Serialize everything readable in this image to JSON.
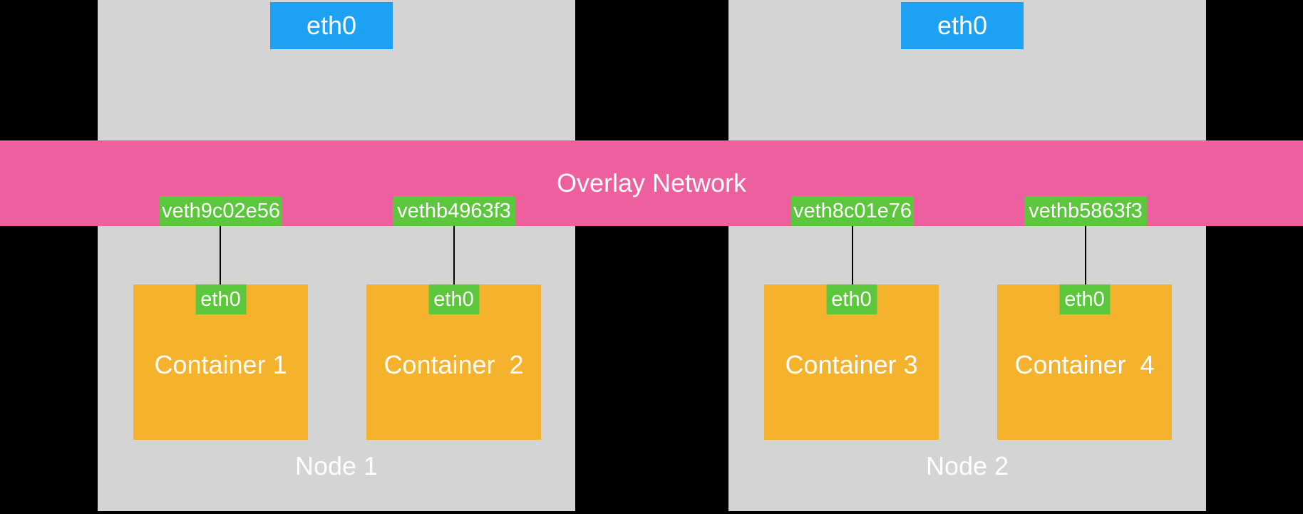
{
  "colors": {
    "background": "#000000",
    "node_fill": "#d4d4d4",
    "host_eth_fill": "#1da1f3",
    "overlay_fill": "#ed5f9e",
    "veth_fill": "#5cc63c",
    "container_fill": "#f5b22d",
    "label_text": "#ffffff"
  },
  "overlay_network": {
    "label": "Overlay Network"
  },
  "nodes": [
    {
      "label": "Node 1",
      "host_interface": "eth0",
      "containers": [
        {
          "name": "Container 1",
          "interface": "eth0",
          "veth": "veth9c02e56"
        },
        {
          "name": "Container  2",
          "interface": "eth0",
          "veth": "vethb4963f3"
        }
      ]
    },
    {
      "label": "Node 2",
      "host_interface": "eth0",
      "containers": [
        {
          "name": "Container 3",
          "interface": "eth0",
          "veth": "veth8c01e76"
        },
        {
          "name": "Container  4",
          "interface": "eth0",
          "veth": "vethb5863f3"
        }
      ]
    }
  ]
}
